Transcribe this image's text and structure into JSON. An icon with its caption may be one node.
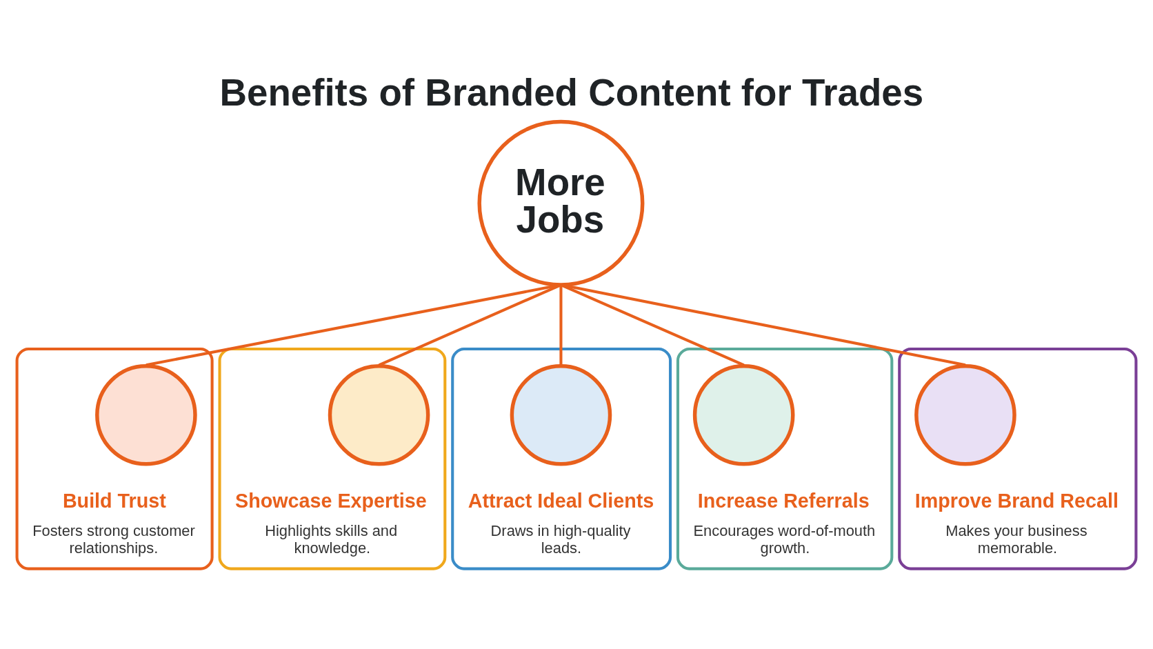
{
  "diagram": {
    "title": "Benefits of Branded Content for Trades",
    "nodes": [
      {
        "text": [
          "More Jobs"
        ]
      },
      {
        "text": [],
        "shape": "circle",
        "in": 6
      },
      {
        "text": [],
        "shape": "circle",
        "in": 7
      },
      {
        "text": [],
        "shape": "circle",
        "in": 8
      },
      {
        "text": [],
        "shape": "circle",
        "in": 9
      },
      {
        "text": [],
        "shape": "circle",
        "in": 10
      },
      {
        "text": [
          "Build Trust",
          "Fosters strong customer relationships."
        ]
      },
      {
        "text": [
          "Showcase Expertise",
          "Highlights skills and knowledge."
        ]
      },
      {
        "text": [
          "Attract Ideal Clients",
          "Draws in high-quality leads."
        ]
      },
      {
        "text": [
          "Increase Referrals",
          "Encourages word-of-mouth growth."
        ]
      },
      {
        "text": [
          "Improve Brand Recall",
          "Makes your business memorable."
        ]
      }
    ],
    "edges": [
      {
        "from": 0,
        "to": 1,
        "arrow": "none"
      },
      {
        "from": 0,
        "to": 2,
        "arrow": "none"
      },
      {
        "from": 0,
        "to": 3,
        "arrow": "none"
      },
      {
        "from": 0,
        "to": 4,
        "arrow": "none"
      },
      {
        "from": 0,
        "to": 5,
        "arrow": "none"
      }
    ]
  }
}
